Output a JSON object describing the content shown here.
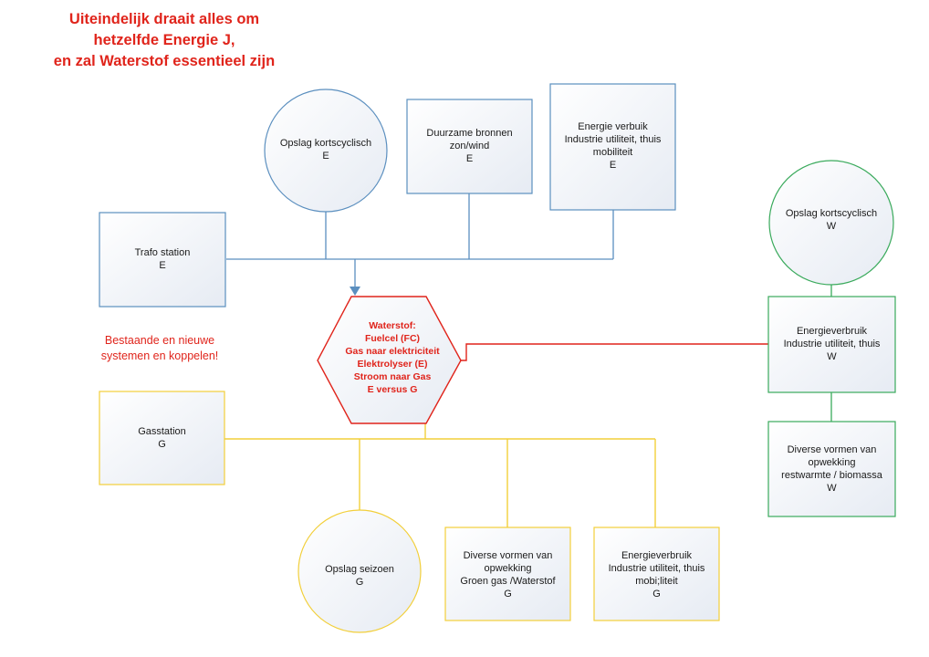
{
  "title": "Uiteindelijk draait alles om\nhetzelfde Energie J,\nen zal Waterstof essentieel zijn",
  "note": "Bestaande en nieuwe\nsystemen en koppelen!",
  "colors": {
    "electricity": "#5b8fbf",
    "gas": "#f2cf3a",
    "heat": "#3aaa5c",
    "hydrogen": "#e0241b"
  },
  "nodes": {
    "opslag_kort_e": "Opslag kortscyclisch\nE",
    "duurzame_bronnen": "Duurzame bronnen\nzon/wind\nE",
    "energie_verbruik_e": "Energie verbuik\nIndustrie utiliteit, thuis\nmobiliteit\nE",
    "trafo_station": "Trafo station\nE",
    "waterstof_hub": "Waterstof:\nFuelcel (FC)\nGas naar elektriciteit\nElektrolyser (E)\nStroom naar Gas\nE versus G",
    "gasstation": "Gasstation\nG",
    "opslag_seizoen": "Opslag seizoen\nG",
    "opwekking_g": "Diverse vormen van\nopwekking\nGroen gas /Waterstof\nG",
    "energieverbruik_g": "Energieverbruik\nIndustrie utiliteit, thuis\nmobi;liteit\nG",
    "opslag_kort_w": "Opslag kortscyclisch\nW",
    "energieverbruik_w": "Energieverbruik\nIndustrie utiliteit, thuis\nW",
    "opwekking_w": "Diverse vormen van\nopwekking\nrestwarmte / biomassa\nW"
  }
}
